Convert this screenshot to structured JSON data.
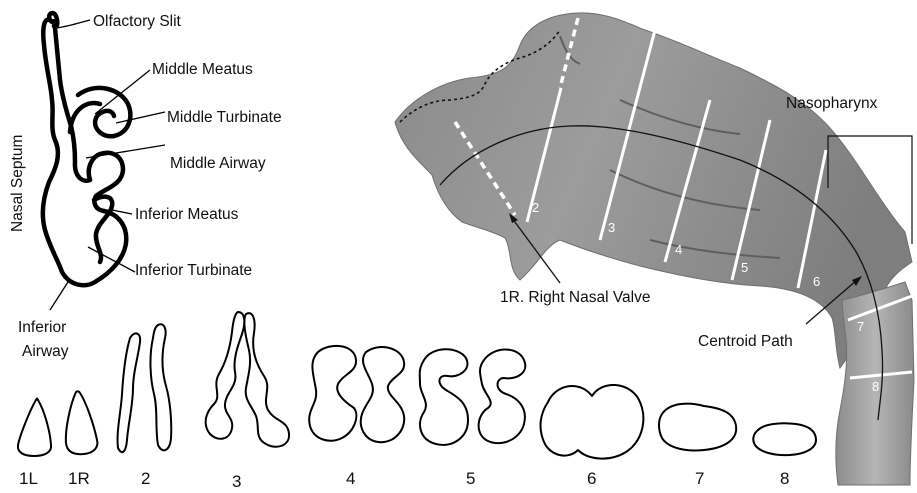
{
  "coronal_section": {
    "labels": {
      "olfactory_slit": "Olfactory Slit",
      "middle_meatus": "Middle Meatus",
      "middle_turbinate": "Middle Turbinate",
      "middle_airway": "Middle Airway",
      "inferior_meatus": "Inferior Meatus",
      "inferior_turbinate": "Inferior Turbinate",
      "nasal_septum": "Nasal Septum",
      "inferior_airway_line1": "Inferior",
      "inferior_airway_line2": "Airway"
    }
  },
  "sagittal_model": {
    "labels": {
      "nasopharynx": "Nasopharynx",
      "nasal_valve": "1R. Right Nasal Valve",
      "centroid_path": "Centroid Path"
    },
    "section_numbers": [
      "2",
      "3",
      "4",
      "5",
      "6",
      "7",
      "8"
    ]
  },
  "cross_sections": {
    "labels": [
      "1L",
      "1R",
      "2",
      "3",
      "4",
      "5",
      "6",
      "7",
      "8"
    ]
  }
}
